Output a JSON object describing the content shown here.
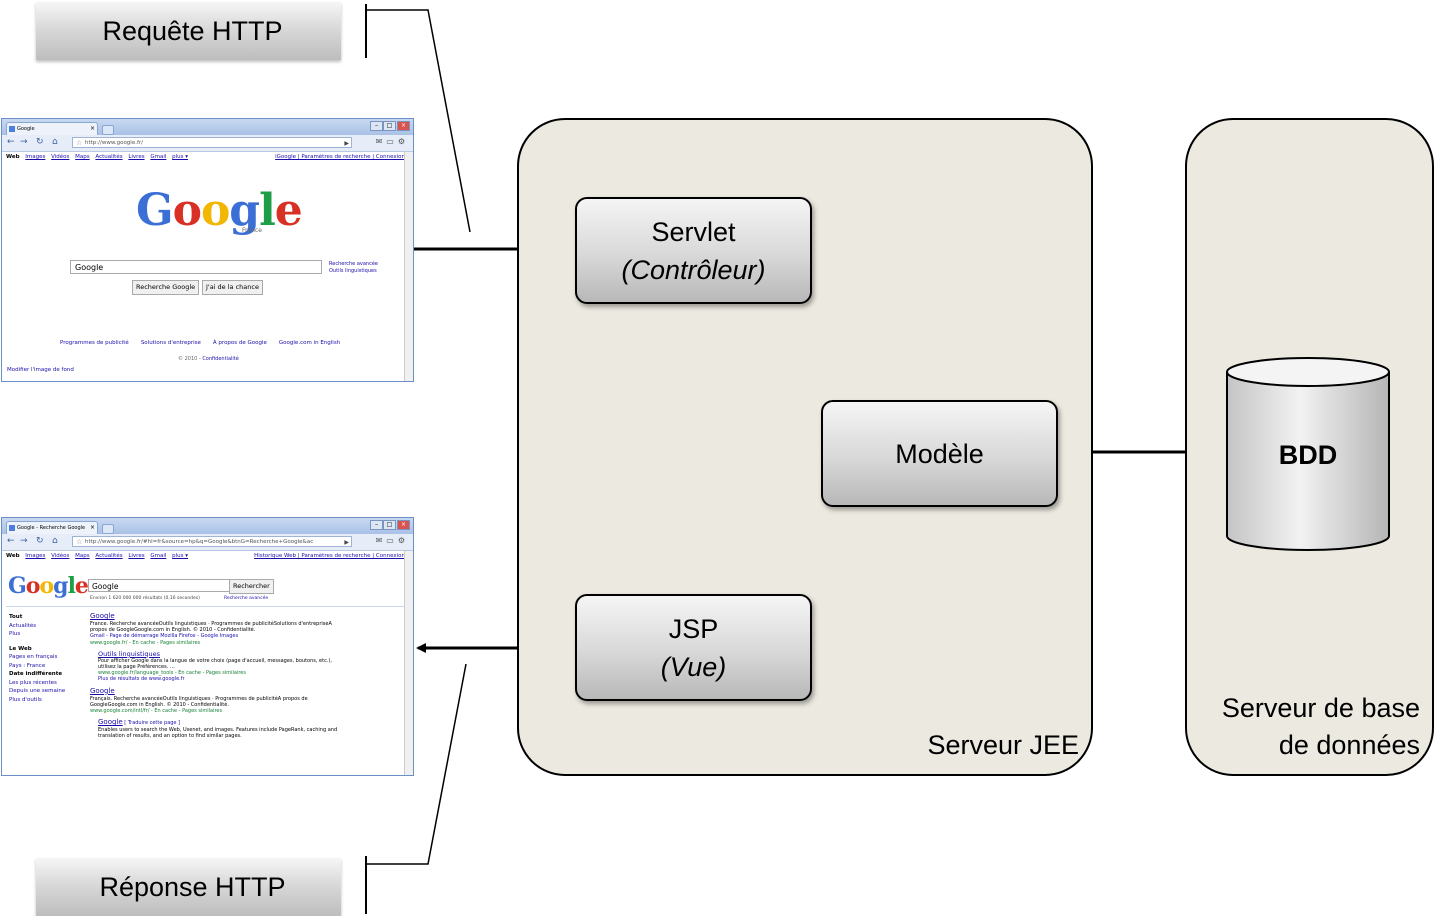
{
  "labels": {
    "request": "Requête HTTP",
    "response": "Réponse HTTP"
  },
  "servers": {
    "jee": "Serveur JEE",
    "db_line1": "Serveur de base",
    "db_line2": "de données"
  },
  "components": {
    "servlet": {
      "name": "Servlet",
      "role": "(Contrôleur)"
    },
    "model": {
      "name": "Modèle"
    },
    "jsp": {
      "name": "JSP",
      "role": "(Vue)"
    },
    "database": {
      "name": "BDD"
    }
  },
  "browser_request": {
    "tab_title": "Google",
    "url": "http://www.google.fr/",
    "nav_links": [
      "Images",
      "Vidéos",
      "Maps",
      "Actualités",
      "Livres",
      "Gmail",
      "plus ▾"
    ],
    "nav_active": "Web",
    "nav_right": "iGoogle | Paramètres de recherche | Connexion",
    "logo_sub": "France",
    "search_value": "Google",
    "side_links": [
      "Recherche avancée",
      "Outils linguistiques"
    ],
    "buttons": [
      "Recherche Google",
      "J'ai de la chance"
    ],
    "footer_links": [
      "Programmes de publicité",
      "Solutions d'entreprise",
      "À propos de Google",
      "Google.com in English"
    ],
    "copyright": "© 2010 -",
    "privacy": "Confidentialité",
    "bg_link": "Modifier l'image de fond"
  },
  "browser_response": {
    "tab_title": "Google - Recherche Google",
    "url": "http://www.google.fr/#hl=fr&source=hp&q=Google&btnG=Recherche+Google&ac",
    "nav_links": [
      "Images",
      "Vidéos",
      "Maps",
      "Actualités",
      "Livres",
      "Gmail",
      "plus ▾"
    ],
    "nav_active": "Web",
    "nav_right": "Historique Web | Paramètres de recherche | Connexion",
    "search_value": "Google",
    "search_button": "Rechercher",
    "stats": "Environ 1 620 000 000 résultats (0,16 secondes)",
    "advanced": "Recherche avancée",
    "sidebar": {
      "all": "Tout",
      "news": "Actualités",
      "more": "Plus",
      "web_heading": "Le Web",
      "web_links": [
        "Pages en français",
        "Pays : France"
      ],
      "date_heading": "Date indifférente",
      "date_links": [
        "Les plus récentes",
        "Depuis une semaine"
      ],
      "tools": "Plus d'outils"
    },
    "results": [
      {
        "title": "Google",
        "snippet": "France. Recherche avancéeOutils linguistiques · Programmes de publicitéSolutions d'entrepriseA propos de GoogleGoogle.com in English. © 2010 - Confidentialité.",
        "sitelinks": "Gmail - Page de démarrage Mozilla Firefox - Google Images",
        "url": "www.google.fr/ - En cache - Pages similaires"
      },
      {
        "title": "Outils linguistiques",
        "snippet": "Pour afficher Google dans la langue de votre choix (page d'accueil, messages, boutons, etc.), utilisez la page Préférences. ...",
        "url": "www.google.fr/language_tools - En cache - Pages similaires",
        "more": "Plus de résultats de www.google.fr"
      },
      {
        "title": "Google",
        "snippet": "Français. Recherche avancéeOutils linguistiques · Programmes de publicitéA propos de GoogleGoogle.com in English. © 2010 - Confidentialité.",
        "url": "www.google.com/intl/fr/ - En cache - Pages similaires"
      },
      {
        "title": "Google",
        "translate": "[ Traduire cette page ]",
        "snippet": "Enables users to search the Web, Usenet, and images. Features include PageRank, caching and translation of results, and an option to find similar pages."
      }
    ]
  }
}
